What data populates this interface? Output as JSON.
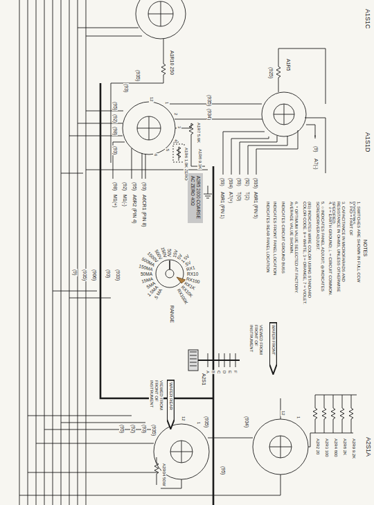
{
  "diagram": {
    "nodes": [
      {
        "text": [
          "A2R5 2000 COARSE AC ZERO 40Ω"
        ]
      },
      {
        "text": [
          "WAFER FRONT"
        ]
      },
      {
        "text": [
          "WAFER REAR"
        ]
      }
    ],
    "labels": [
      "A1S1C",
      "A1R10 250",
      "(935)",
      "A1R5",
      "(925)",
      "A1S1D",
      "(93)",
      "(935)",
      "(934)",
      "12",
      "1",
      "2",
      "3",
      "4",
      "5",
      "6",
      "A1R7 5.6K",
      "A1R6 1.0K ZERO",
      "A1R8 9.1K",
      "(95)",
      "(92)",
      "(98)",
      "(93)",
      "(93)",
      "A6CR1 (PIN 8)",
      "(95)",
      "A6R2 (PIN 4)",
      "(92)",
      "M1(-)",
      "(98)",
      "M1(+)",
      "(93)",
      "A6R1 (PIN 1)",
      "(934)",
      "A7(+)",
      "(93)",
      "T(O)",
      "(92)",
      "T(2)",
      "(935)",
      "A6R1 (PIN 5)",
      "(9)",
      "A7(-)",
      "NOTES",
      "1. SWITCHES ARE SHOWN IN FULL CCW POSITIONS.",
      "2. P/O = PART OF",
      "3. CAPACITANCE IN MICROFARADS AND RESISTANCE IN OHMS, UNLESS OTHERWISE SPECIFIED.",
      "4. ⏚ = EARTH GROUND; ⊥ = CIRCUIT COMMON.",
      "5. ○ INDICATES PANEL ADJUST; ◎ INDICATES SCREWDRIVER ADJUST.",
      "(93) INDICATES WIRE COLOR USING STANDARD COLOR CODE. 9 = WHITE, 3 = ORANGE, 7 = VIOLET.",
      "6. * OPTIMUM VALUE SELECTED AT FACTORY. AVERAGE VALUE SHOWN.",
      "INDICATES CIRCUIT GROUND BUSS",
      "INDICATES FRONT PANEL LOCATION",
      "INDICATES REAR PANEL LOCATION",
      ".5 MA",
      "1.5MA",
      "5MA",
      "15MA",
      "50MA",
      "150MA",
      "500MA",
      "1500V",
      "500V",
      "150V",
      "50V",
      "15V",
      "5V",
      "1.5V",
      ".5V",
      "RX1",
      "RX10",
      "RX100",
      "RX1K",
      "RX10K",
      "RX100K",
      "RANGE",
      "A2S1",
      "A",
      "B",
      "C",
      "D",
      "E",
      "F",
      "VIEWED FROM FRONT OF INSTRUMENT",
      "VIEWED FROM FRONT OF INSTRUMENT",
      "12",
      "1",
      "(935)",
      "(95)",
      "A2R04 50W",
      "12",
      "1",
      "(934)",
      "A2S1A",
      "A2R2 20",
      "A2R3 100",
      "A2R4 800",
      "A2R8 2K",
      "A2R9 9.2K",
      "(9)",
      "(935)",
      "(906)",
      "(93)",
      "(933)",
      "(95)",
      "(92)",
      "(93)",
      "(935)"
    ]
  }
}
